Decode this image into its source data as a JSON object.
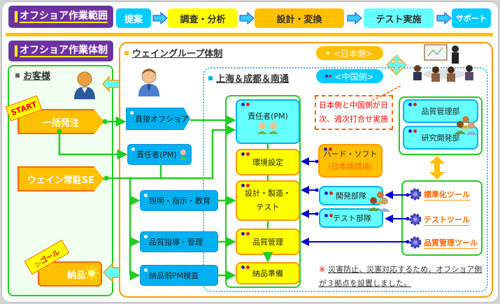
{
  "scope": {
    "title": "オフショア作業範囲",
    "steps": [
      {
        "label": "提案",
        "color": "#00ccff",
        "text_color": "#ffffff"
      },
      {
        "label": "調査・分析",
        "color": "#ffff00",
        "text_color": "#333333"
      },
      {
        "label": "設計・変換",
        "color": "#ffc000",
        "text_color": "#333333"
      },
      {
        "label": "テスト実施",
        "color": "#66ffff",
        "text_color": "#333333"
      },
      {
        "label": "サポート",
        "color": "#00ccff",
        "text_color": "#ffffff"
      }
    ]
  },
  "structure": {
    "title": "オフショア作業体制"
  },
  "customer": {
    "title": "お客様",
    "start_label": "START",
    "order_label": "一括発注",
    "se_label": "ウェイン常駐SE",
    "goal_label": "▷ゴール",
    "delivery_label": "納品"
  },
  "wein": {
    "title": "ウェイングループ体制",
    "nodes": {
      "direct_offshore": "直接オフショア",
      "pm": "責任者(PM)",
      "explain": "説明・指示・教育",
      "quality_guidance": "品質指導・管理",
      "pre_delivery": "納品前PM検査"
    }
  },
  "china": {
    "title": "上海＆成都＆南通",
    "pm": "責任者(PM)",
    "env": "環境設定",
    "dev": "設計・製造・テスト",
    "dev_line1": "設計・製造・",
    "dev_line2": "テスト",
    "qa": "品質管理",
    "prep": "納品準備",
    "hw_line1": "ハード・ソフト",
    "hw_line2": "(日本語環境)",
    "dev_team": "開発部隊",
    "test_team": "テスト部隊"
  },
  "legend": {
    "japan": "<日本側>",
    "china": "<中国側>"
  },
  "meeting_note": {
    "line1": "日本側と中国側が日",
    "line2": "次、週次打合せ実施"
  },
  "departments": [
    "品質管理部",
    "研究開発部"
  ],
  "tools": [
    "標準化ツール",
    "テストツール",
    "品質管理ツール"
  ],
  "footnote": {
    "mark": "※",
    "line1": "災害防止、災害対応するため、オフショア側",
    "line2": "が３拠点を設置しました。"
  },
  "colors": {
    "purple": "#7030a0",
    "orange": "#ffc000",
    "green": "#22cc22",
    "blue": "#00b0f0",
    "cyan": "#66ffff",
    "yellow": "#ffff00",
    "navy_arrow": "#0000cc"
  }
}
